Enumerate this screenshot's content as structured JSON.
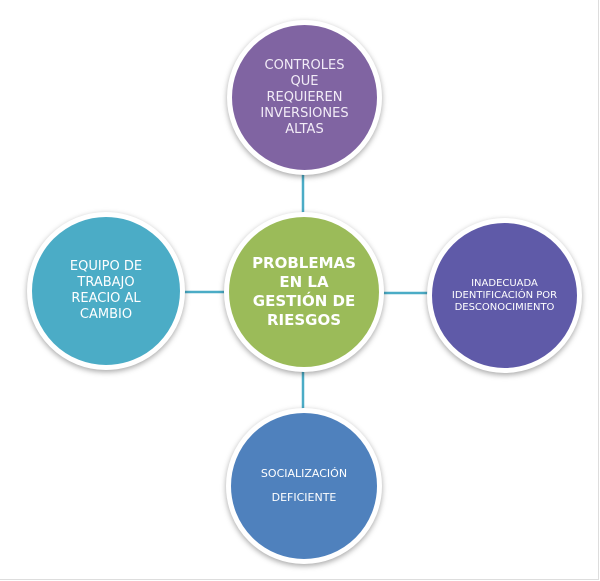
{
  "center": {
    "label": "PROBLEMAS EN LA GESTIÓN DE RIESGOS",
    "color": "#9bbb59"
  },
  "nodes": {
    "top": {
      "label": "CONTROLES QUE REQUIEREN INVERSIONES ALTAS",
      "color": "#8064a2"
    },
    "right": {
      "label": "INADECUADA IDENTIFICACIÓN POR DESCONOCIMIENTO",
      "color": "#5f5aa8"
    },
    "bottom": {
      "label": "SOCIALIZACIÓN DEFICIENTE",
      "color": "#4f81bd"
    },
    "left": {
      "label": "EQUIPO DE TRABAJO REACIO AL CAMBIO",
      "color": "#4bacc6"
    }
  },
  "connector_color": "#4bacc6"
}
